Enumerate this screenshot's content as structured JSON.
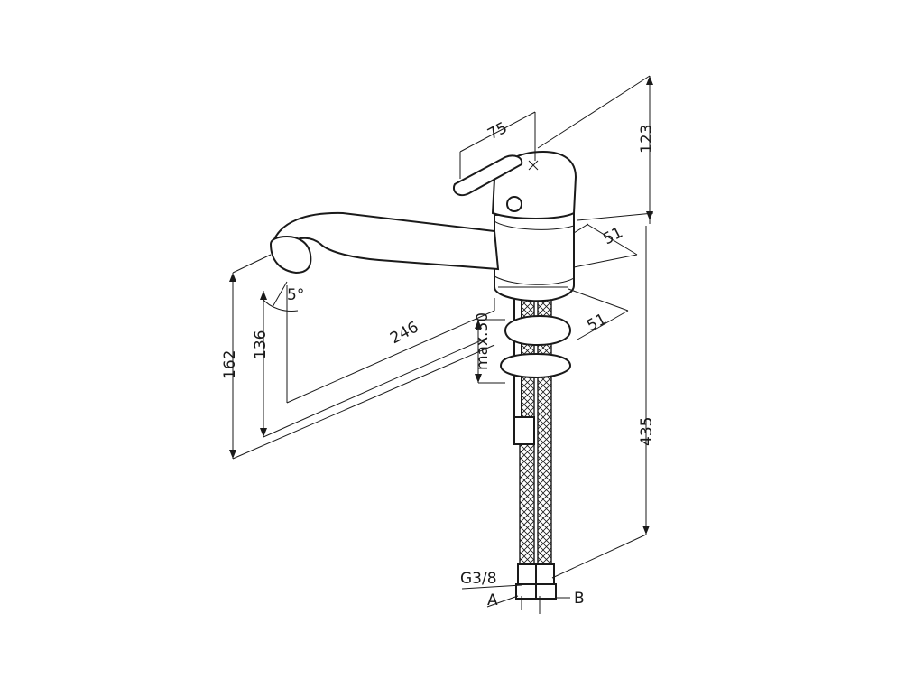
{
  "drawing": {
    "dimensions": {
      "handle_width": "75",
      "lever_height": "123",
      "base_depth_top": "51",
      "base_depth_bottom": "51",
      "spout_reach": "246",
      "spout_tilt": "5°",
      "overall_height": "162",
      "spout_height": "136",
      "max_counter_thickness": "max.50",
      "hose_length": "435"
    },
    "callouts": {
      "thread": "G3/8",
      "inlet_a": "A",
      "inlet_b": "B"
    }
  }
}
